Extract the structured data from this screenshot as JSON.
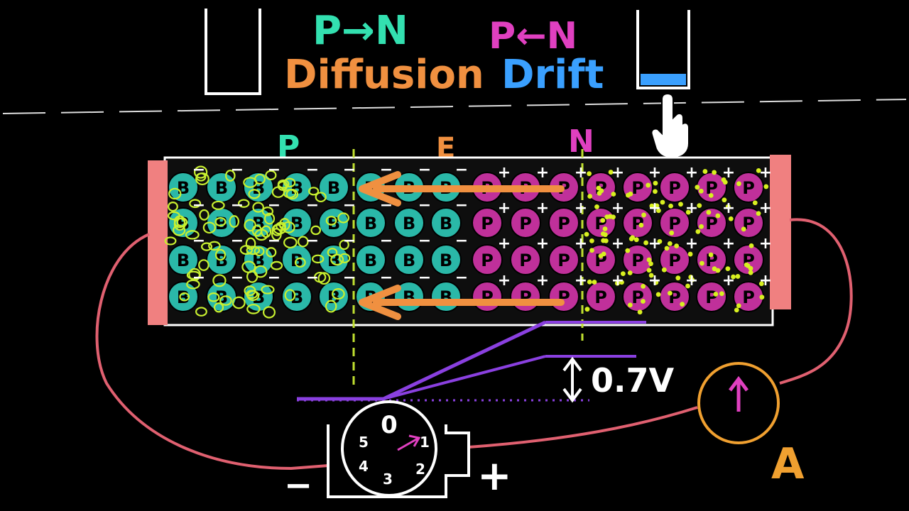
{
  "titles": {
    "p_to_n": "P→N",
    "diffusion": "Diffusion",
    "p_from_n": "P←N",
    "drift": "Drift"
  },
  "regions": {
    "p": "P",
    "e": "E",
    "n": "N"
  },
  "atoms": {
    "boron_label": "B",
    "phosphorus_label": "P"
  },
  "signs": {
    "negative": "−",
    "positive": "+"
  },
  "voltage": {
    "label": "0.7V"
  },
  "ammeter": {
    "label": "A"
  },
  "battery": {
    "dial_numbers": [
      "0",
      "1",
      "2",
      "3",
      "4",
      "5"
    ],
    "minus": "−",
    "plus": "+"
  },
  "colors": {
    "p_to_n": "#33e0b0",
    "n_pink": "#e040c0",
    "diffusion": "#f09040",
    "drift": "#3aa0ff",
    "boron": "#2ab8a8",
    "phosphorus": "#c0309a",
    "holes": "#c8f030",
    "electrons": "#d8f020",
    "contact": "#f08080",
    "wire": "#e06070",
    "field_line": "#c0e030",
    "purple": "#8a40e0",
    "ammeter": "#f0a030"
  }
}
